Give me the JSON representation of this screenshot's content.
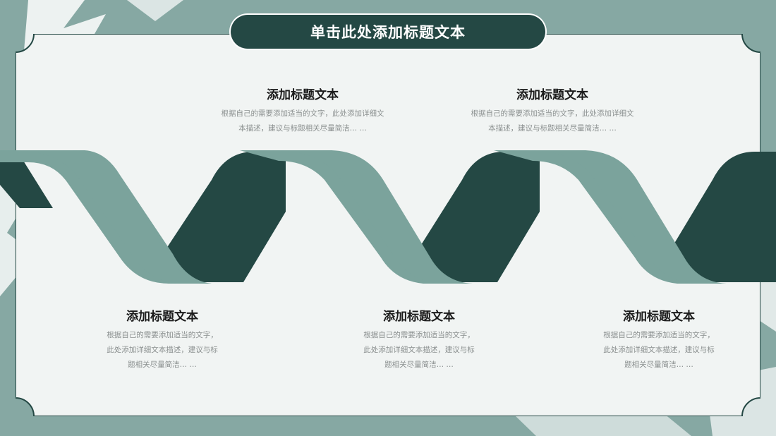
{
  "slide": {
    "title": "单击此处添加标题文本"
  },
  "top_items": [
    {
      "heading": "添加标题文本",
      "lines": [
        "根据自己的需要添加适当的文字，此处添加详细文",
        "本描述，建议与标题相关尽量简洁…  …"
      ]
    },
    {
      "heading": "添加标题文本",
      "lines": [
        "根据自己的需要添加适当的文字，此处添加详细文",
        "本描述，建议与标题相关尽量简洁…  …"
      ]
    }
  ],
  "bottom_items": [
    {
      "heading": "添加标题文本",
      "lines": [
        "根据自己的需要添加适当的文字，",
        "此处添加详细文本描述，建议与标",
        "题相关尽量简洁…  …"
      ]
    },
    {
      "heading": "添加标题文本",
      "lines": [
        "根据自己的需要添加适当的文字，",
        "此处添加详细文本描述，建议与标",
        "题相关尽量简洁…  …"
      ]
    },
    {
      "heading": "添加标题文本",
      "lines": [
        "根据自己的需要添加适当的文字，",
        "此处添加详细文本描述，建议与标",
        "题相关尽量简洁…  …"
      ]
    }
  ],
  "colors": {
    "dark": "#244844",
    "light": "#7ba39c",
    "background": "#86a8a3",
    "card": "#f1f4f3"
  }
}
